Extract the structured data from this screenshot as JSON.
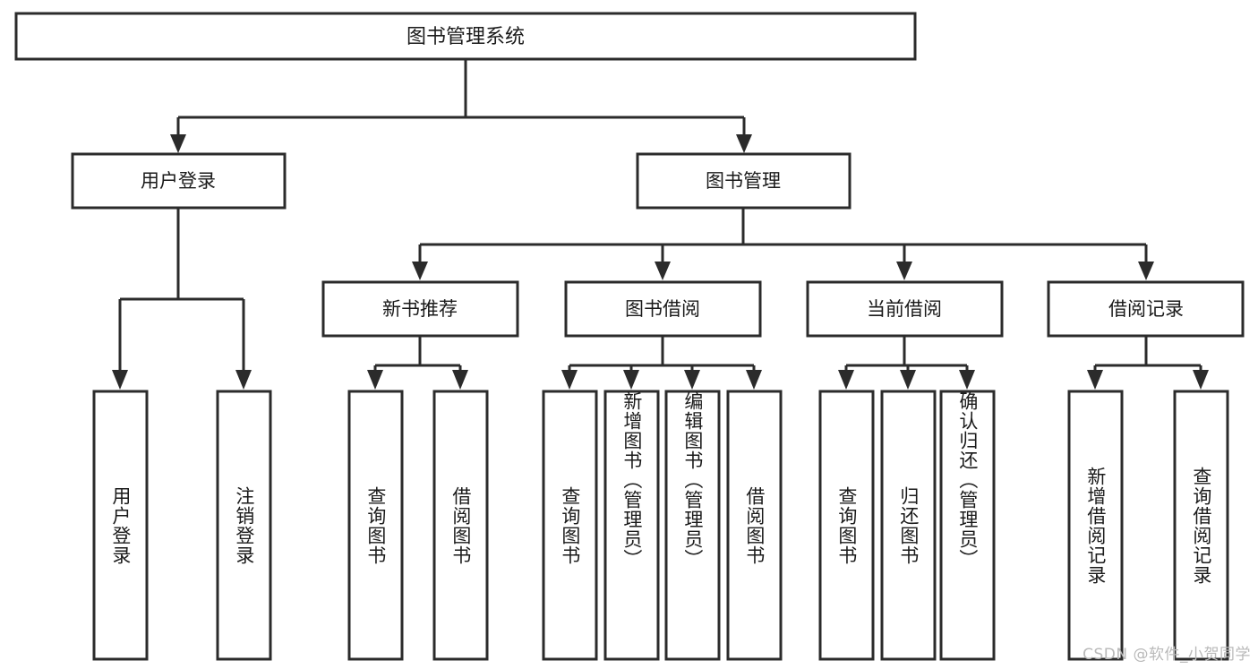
{
  "diagram": {
    "type": "tree",
    "title": "图书管理系统",
    "orientation": "top-down",
    "colors": {
      "box_fill": "#ffffff",
      "box_stroke": "#2b2b2b",
      "text": "#1a1a1a",
      "background": "#ffffff",
      "watermark": "#b9b9b9"
    },
    "root": {
      "label": "图书管理系统"
    },
    "level2": [
      {
        "label": "用户登录"
      },
      {
        "label": "图书管理"
      }
    ],
    "level3": [
      {
        "label": "新书推荐"
      },
      {
        "label": "图书借阅"
      },
      {
        "label": "当前借阅"
      },
      {
        "label": "借阅记录"
      }
    ],
    "leaves": {
      "user_login": [
        {
          "label": "用户登录"
        },
        {
          "label": "注销登录"
        }
      ],
      "new_book_recommend": [
        {
          "label": "查询图书"
        },
        {
          "label": "借阅图书"
        }
      ],
      "book_borrow": [
        {
          "label": "查询图书"
        },
        {
          "label": "新增图书（管理员）"
        },
        {
          "label": "编辑图书（管理员）"
        },
        {
          "label": "借阅图书"
        }
      ],
      "current_borrow": [
        {
          "label": "查询图书"
        },
        {
          "label": "归还图书"
        },
        {
          "label": "确认归还（管理员）"
        }
      ],
      "borrow_record": [
        {
          "label": "新增借阅记录"
        },
        {
          "label": "查询借阅记录"
        }
      ]
    }
  },
  "watermark": {
    "text": "CSDN @软件_小贺同学"
  }
}
